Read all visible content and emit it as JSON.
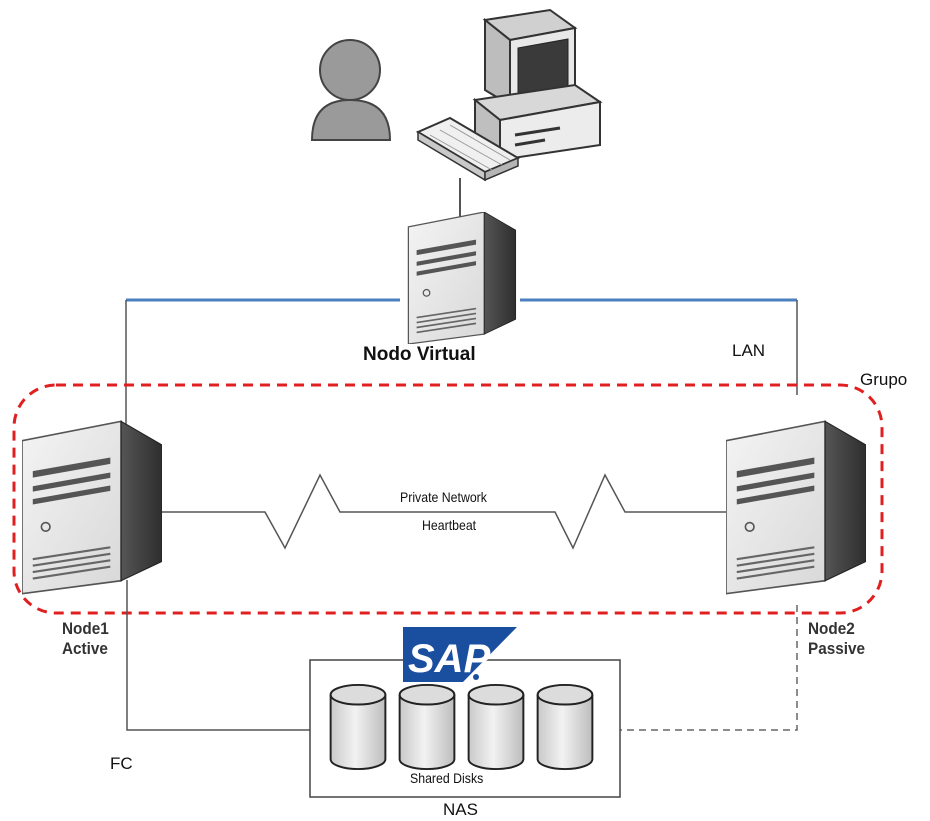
{
  "labels": {
    "virtual_node": "Nodo Virtual",
    "lan": "LAN",
    "group": "Grupo",
    "private_network": "Private Network",
    "heartbeat": "Heartbeat",
    "node1_name": "Node1",
    "node1_state": "Active",
    "node2_name": "Node2",
    "node2_state": "Passive",
    "fc": "FC",
    "shared_disks": "Shared Disks",
    "nas": "NAS"
  },
  "logo": {
    "text": "SAP"
  },
  "colors": {
    "lan_line": "#4a7fc0",
    "group_border": "#e02020",
    "sap_blue": "#1a4fa0",
    "server_light": "#e6e6e6",
    "server_dark": "#3a3a3a"
  },
  "icons": [
    "user-icon",
    "desktop-computer-icon",
    "keyboard-icon",
    "tower-server-icon",
    "disk-cylinder-icon",
    "sap-logo"
  ]
}
